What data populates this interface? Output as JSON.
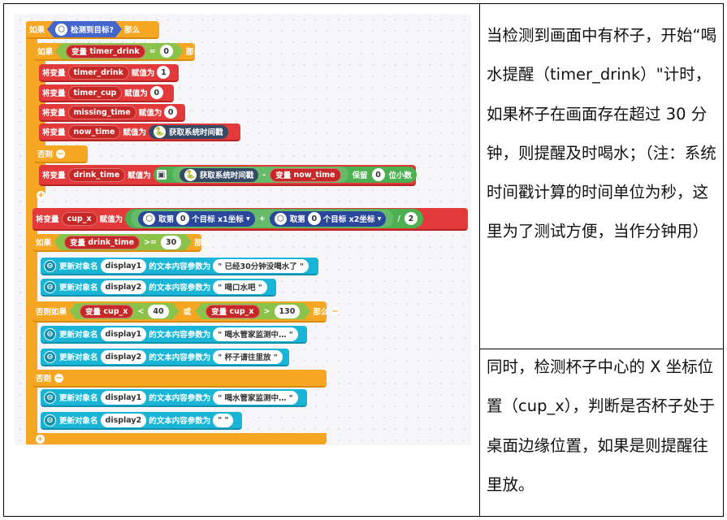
{
  "blocks": {
    "if1": "如果",
    "detected": "检测到目标?",
    "then": "那么",
    "if2": "如果",
    "var": "变量",
    "timer_drink": "timer_drink",
    "eq": "=",
    "zero": "0",
    "set": "将变量",
    "assign": "赋值为",
    "one": "1",
    "timer_cup": "timer_cup",
    "missing_time": "missing_time",
    "now_time": "now_time",
    "get_time": "获取系统时间戳",
    "else": "否则",
    "drink_time": "drink_time",
    "minus": "-",
    "keep": "保留",
    "decimals": "位小数",
    "cup_x": "cup_x",
    "take": "取第",
    "target": "个目标",
    "x1": "x1坐标",
    "x2": "x2坐标",
    "plus_op": "+",
    "div": "/",
    "two": "2",
    "gte": ">=",
    "thirty": "30",
    "update": "更新对象名",
    "text_param": "的文本内容参数为",
    "display1": "display1",
    "display2": "display2",
    "msg1": "\" 已经30分钟没喝水了 \"",
    "msg2": "\" 喝口水吧 \"",
    "elseif": "否则如果",
    "lt": "<",
    "forty": "40",
    "or": "或",
    "gt": ">",
    "onethirty": "130",
    "msg3": "\" 喝水管家监测中… \"",
    "msg4": "\" 杯子请往里放 \"",
    "msg5": "\" 喝水管家监测中… \"",
    "msg6": "\"  \""
  },
  "notes": {
    "paragraph1": "当检测到画面中有杯子，开始“喝水提醒（timer_drink）\"计时，如果杯子在画面存在超过 30 分钟，则提醒及时喝水；（注：系统时间戳计算的时间单位为秒，这里为了测试方便，当作分钟用）",
    "paragraph2": "同时，检测杯子中心的 X 坐标位置（cup_x），判断是否杯子处于桌面边缘位置，如果是则提醒往里放。"
  },
  "colors": {
    "orange": "#f5a623",
    "red": "#e23a3a",
    "cyan": "#18b5d6"
  }
}
